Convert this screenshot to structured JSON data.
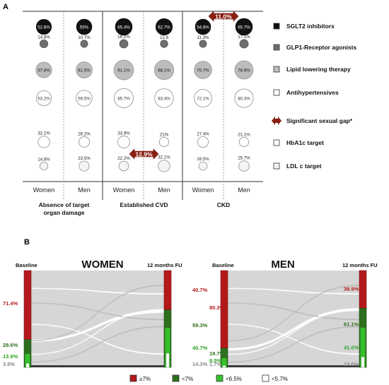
{
  "panel_a": {
    "label": "A",
    "legend": [
      {
        "label": "SGLT2 inhibitors",
        "fill": "#111111"
      },
      {
        "label": "GLP1-Receptor agonists",
        "fill": "#6f6f6f"
      },
      {
        "label": "Lipid lowering therapy",
        "fill": "#bdbdbd"
      },
      {
        "label": "Antihypertensives",
        "fill": "#ffffff"
      },
      {
        "label": "Significant sexual gap*",
        "fill": "#8a1f12"
      },
      {
        "label": "HbA1c target",
        "fill": "#ffffff"
      },
      {
        "label": "LDL c target",
        "fill": "#f4f4f4"
      }
    ],
    "groups": [
      {
        "label": "Absence of target organ damage",
        "label_lines": [
          "Absence of target",
          "organ damage"
        ],
        "sex": [
          "Women",
          "Men"
        ]
      },
      {
        "label": "Established CVD",
        "label_lines": [
          "Established CVD"
        ],
        "sex": [
          "Women",
          "Men"
        ]
      },
      {
        "label": "CKD",
        "label_lines": [
          "CKD"
        ],
        "sex": [
          "Women",
          "Men"
        ]
      }
    ],
    "gaps": [
      {
        "group": 1,
        "row": 5,
        "label": "12.9%"
      },
      {
        "group": 2,
        "row": 0,
        "label": "11.0%"
      }
    ]
  },
  "panel_b": {
    "label": "B",
    "legend": [
      {
        "label": "≥7%",
        "color": "#b3191c"
      },
      {
        "label": "<7%",
        "color": "#2e6f1e"
      },
      {
        "label": "<6.5%",
        "color": "#35c02c"
      },
      {
        "label": "<5.7%",
        "color": "#ffffff"
      }
    ],
    "baseline_label": "Baseline",
    "fu_label": "12 months FU",
    "panels": [
      {
        "title": "WOMEN",
        "baseline": [
          "71.4%",
          "28.6%",
          "13.9%",
          "3.9%"
        ],
        "fu": [
          "40.7%",
          "59.3%",
          "40.7%",
          "14.3%"
        ]
      },
      {
        "title": "MEN",
        "baseline": [
          "80.3%",
          "19.7%",
          "9.5%",
          "1.7%"
        ],
        "fu": [
          "38.9%",
          "61.1%",
          "41.0%",
          "10.6%"
        ]
      }
    ]
  },
  "chart_data": [
    {
      "type": "bubble",
      "categories": [
        "Women",
        "Men",
        "Women",
        "Men",
        "Women",
        "Men"
      ],
      "groups": [
        "Absence of target organ damage",
        "Established CVD",
        "CKD"
      ],
      "series": [
        {
          "name": "SGLT2 inhibitors",
          "values": [
            52.6,
            55,
            65.4,
            62.7,
            54.6,
            65.7
          ]
        },
        {
          "name": "GLP1-Receptor agonists",
          "values": [
            14.8,
            10.7,
            16.1,
            12.8,
            11.3,
            17.1
          ]
        },
        {
          "name": "Lipid lowering therapy",
          "values": [
            57.8,
            61.5,
            91.1,
            88.1,
            70.7,
            78.6
          ]
        },
        {
          "name": "Antihypertensives",
          "values": [
            53.2,
            59.5,
            85.7,
            83.4,
            72.1,
            80.3
          ]
        },
        {
          "name": "HbA1c target",
          "values": [
            32.1,
            26.2,
            33.9,
            21,
            27.4,
            21.1
          ]
        },
        {
          "name": "LDL c target",
          "values": [
            14.8,
            23.5,
            22.2,
            32.1,
            16.5,
            25.7
          ]
        }
      ],
      "value_labels": [
        [
          "52.6%",
          "55%",
          "65.4%",
          "62.7%",
          "54.6%",
          "65.7%"
        ],
        [
          "14.8%",
          "10.7%",
          "16.1%",
          "12.8",
          "11.3%",
          "17.1%"
        ],
        [
          "57.8%",
          "61.5%",
          "91.1%",
          "88.1%",
          "70.7%",
          "78.6%"
        ],
        [
          "53.2%",
          "59.5%",
          "85.7%",
          "83.4%",
          "72.1%",
          "80.3%"
        ],
        [
          "32.1%",
          "26.2%",
          "33.9%",
          "21%",
          "27.4%",
          "21.1%"
        ],
        [
          "14.8%",
          "23.5%",
          "22.2%",
          "32.1%",
          "16.5%",
          "25.7%"
        ]
      ]
    },
    {
      "type": "alluvial",
      "title": "WOMEN",
      "categories": [
        "≥7%",
        "<7%",
        "<6.5%",
        "<5.7%"
      ],
      "baseline": [
        71.4,
        28.6,
        13.9,
        3.9
      ],
      "fu": [
        40.7,
        59.3,
        40.7,
        14.3
      ]
    },
    {
      "type": "alluvial",
      "title": "MEN",
      "categories": [
        "≥7%",
        "<7%",
        "<6.5%",
        "<5.7%"
      ],
      "baseline": [
        80.3,
        19.7,
        9.5,
        1.7
      ],
      "fu": [
        38.9,
        61.1,
        41.0,
        10.6
      ]
    }
  ]
}
